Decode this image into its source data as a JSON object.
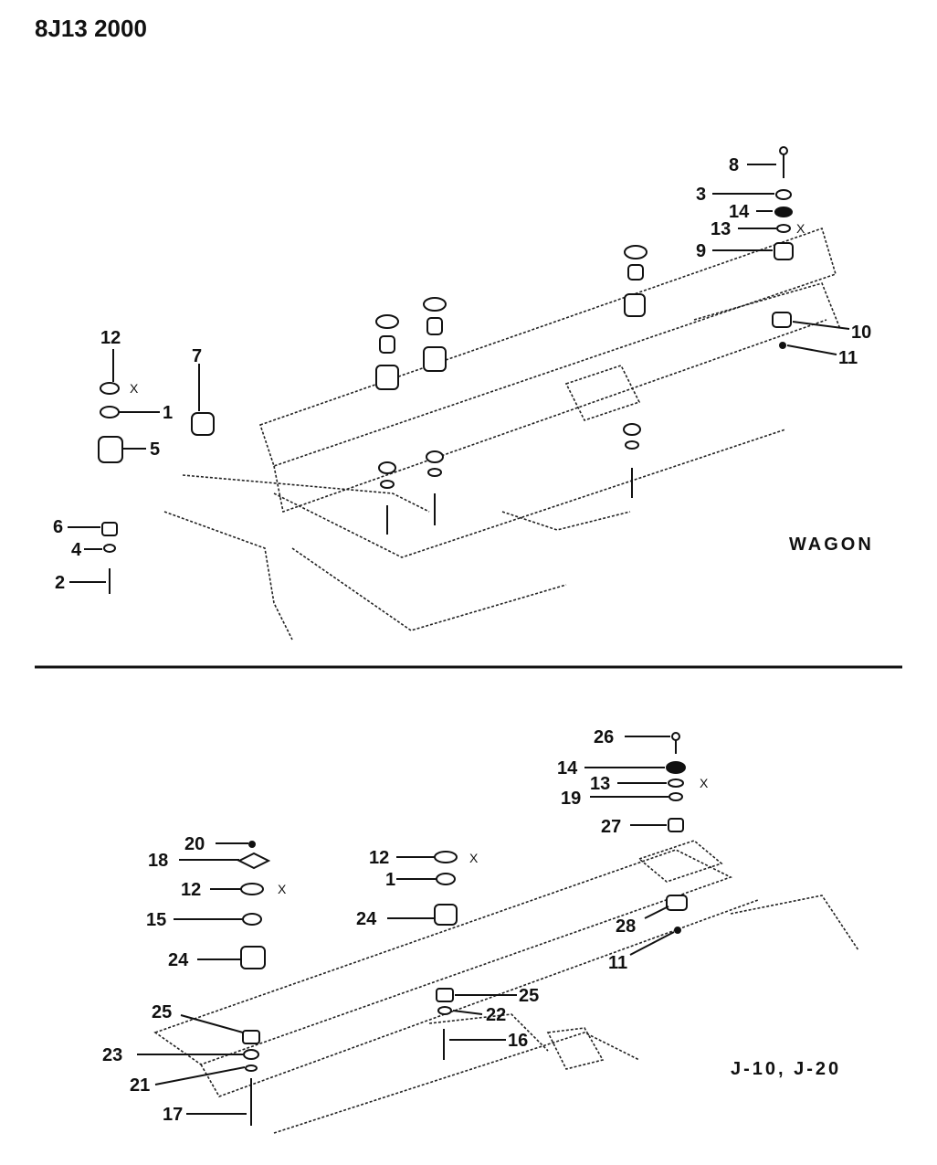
{
  "doc_code": "8J13 2000",
  "sections": {
    "top": {
      "label": "WAGON",
      "callouts": [
        "8",
        "3",
        "14",
        "13",
        "9",
        "10",
        "11",
        "12",
        "7",
        "1",
        "5",
        "6",
        "4",
        "2"
      ]
    },
    "bottom": {
      "label": "J-10, J-20",
      "callouts": [
        "26",
        "14",
        "13",
        "19",
        "27",
        "28",
        "11",
        "20",
        "18",
        "12",
        "15",
        "24",
        "12",
        "1",
        "24",
        "25",
        "22",
        "16",
        "25",
        "23",
        "21",
        "17"
      ]
    }
  },
  "note_mark": "X"
}
